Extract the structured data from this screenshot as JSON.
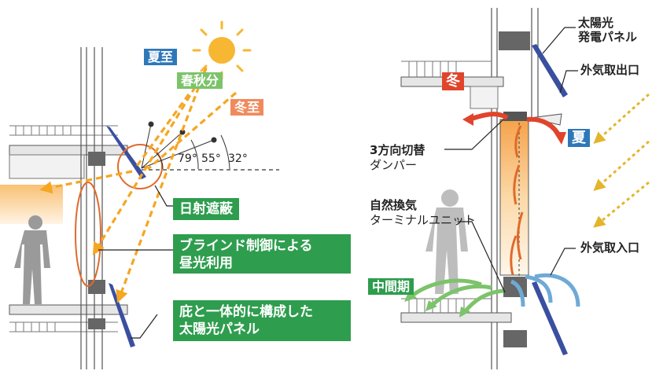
{
  "left": {
    "season_summer": "夏至",
    "season_equinox": "春秋分",
    "season_winter": "冬至",
    "angle_summer": "79°",
    "angle_equinox": "55°",
    "angle_winter": "32°",
    "label_shading": "日射遮蔽",
    "label_blind": "ブラインド制御による",
    "label_blind_2": "昼光利用",
    "label_eave": "庇と一体的に構成した",
    "label_eave_2": "太陽光パネル"
  },
  "right": {
    "label_solar": "太陽光",
    "label_solar_2": "発電パネル",
    "label_outlet": "外気取出口",
    "label_damper": "3方向切替",
    "label_damper_2": "ダンパー",
    "label_vent": "自然換気",
    "label_vent_2": "ターミナルユニット",
    "label_inlet": "外気取入口",
    "tag_winter": "冬",
    "tag_summer": "夏",
    "tag_middle": "中間期"
  },
  "colors": {
    "summer": "#2f78b8",
    "equinox": "#7cc36a",
    "winter": "#f08a5d",
    "winter_tag": "#e0452c",
    "green_box": "#2e9d4e",
    "sun_ray": "#f5a623",
    "panel": "#3a4fa0"
  }
}
